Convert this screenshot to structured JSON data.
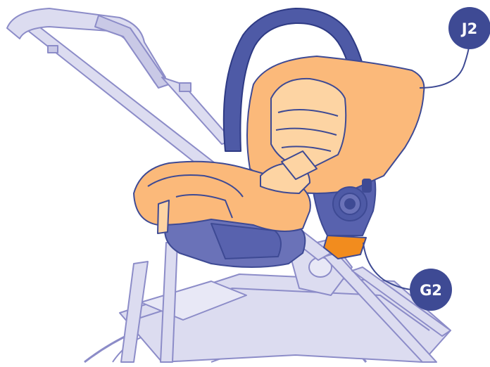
{
  "callouts": {
    "j2": {
      "label": "J2"
    },
    "g2": {
      "label": "G2"
    }
  },
  "colors": {
    "frame_fill": "#DCDCF0",
    "frame_stroke": "#8C8CC8",
    "seat_fill": "#FBB97A",
    "seat_light": "#FDD4A3",
    "seat_stroke": "#3E4A94",
    "handle_fill": "#4E5AA6",
    "base_fill": "#6A72B8",
    "adapter_fill": "#F28C1E",
    "callout_fill": "#3E4A94",
    "leader_stroke": "#3E4A94"
  },
  "icons": {
    "stroller-frame": "stroller-frame-illustration",
    "car-seat": "infant-car-seat-illustration"
  }
}
